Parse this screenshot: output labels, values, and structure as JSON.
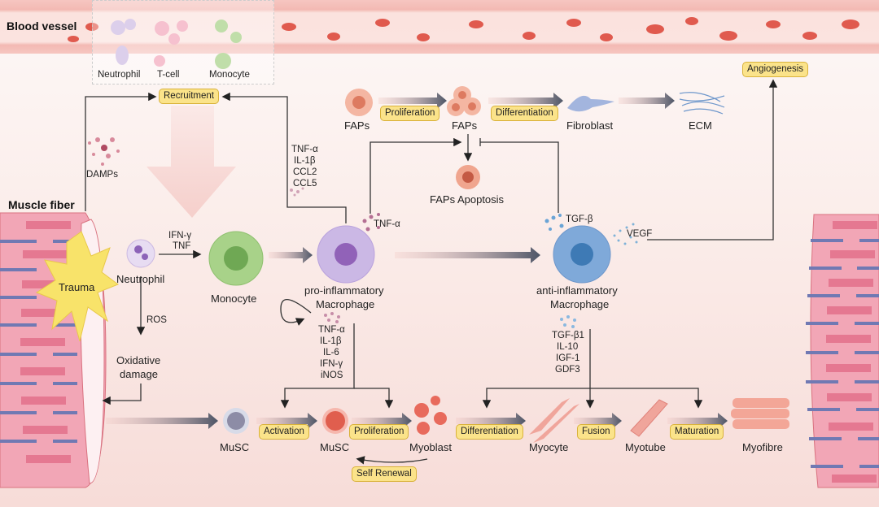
{
  "labels": {
    "blood_vessel": "Blood vessel",
    "muscle_fiber": "Muscle fiber",
    "neutrophil_vessel": "Neutrophil",
    "tcell": "T-cell",
    "monocyte_vessel": "Monocyte",
    "damps": "DAMPs",
    "trauma": "Trauma",
    "neutrophil": "Neutrophil",
    "monocyte": "Monocyte",
    "ifn_tnf": [
      "IFN-γ",
      "TNF"
    ],
    "ros": "ROS",
    "oxidative_damage": [
      "Oxidative",
      "damage"
    ],
    "pro_macrophage": [
      "pro-inflammatory",
      "Macrophage"
    ],
    "anti_macrophage": [
      "anti-inflammatory",
      "Macrophage"
    ],
    "recruit_cytokines": [
      "TNF-α",
      "IL-1β",
      "CCL2",
      "CCL5"
    ],
    "tnf_alpha": "TNF-α",
    "pro_cytokines": [
      "TNF-α",
      "IL-1β",
      "IL-6",
      "IFN-γ",
      "iNOS"
    ],
    "tgf_beta": "TGF-β",
    "vegf": "VEGF",
    "anti_cytokines": [
      "TGF-β1",
      "IL-10",
      "IGF-1",
      "GDF3"
    ],
    "faps1": "FAPs",
    "faps2": "FAPs",
    "fibroblast": "Fibroblast",
    "ecm": "ECM",
    "faps_apoptosis": "FAPs Apoptosis",
    "musc1": "MuSC",
    "musc2": "MuSC",
    "myoblast": "Myoblast",
    "myocyte": "Myocyte",
    "myotube": "Myotube",
    "myofibre": "Myofibre"
  },
  "tags": {
    "recruitment": "Recruitment",
    "proliferation_faps": "Proliferation",
    "differentiation_faps": "Differentiation",
    "angiogenesis": "Angiogenesis",
    "activation": "Activation",
    "proliferation_musc": "Proliferation",
    "differentiation_myo": "Differentiation",
    "fusion": "Fusion",
    "maturation": "Maturation",
    "self_renewal": "Self Renewal"
  },
  "colors": {
    "tag_fill": "#fbe38a",
    "neutrophil": "#c9b5e0",
    "monocyte": "#9fcc7c",
    "pro_macrophage": "#c8b4e2",
    "anti_macrophage": "#7ea8d8",
    "faps": "#f0a58e",
    "muscle": "#f3a9b9",
    "trauma": "#f8e36a"
  }
}
